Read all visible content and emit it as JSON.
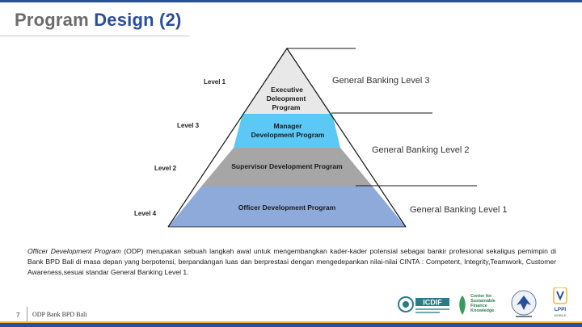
{
  "header": {
    "title_part1": "Program",
    "title_part2": "Design (2)"
  },
  "pyramid": {
    "levels": [
      {
        "label": "Level 4",
        "text_lines": [
          "Executive",
          "Deleopment",
          "Program"
        ],
        "color": "#e8e8e8"
      },
      {
        "label": "Level 3",
        "text_lines": [
          "Manager",
          "Development Program"
        ],
        "color": "#5bc8f5"
      },
      {
        "label": "Level 2",
        "text_lines": [
          "Supervisor Development Program"
        ],
        "color": "#a6a6a6"
      },
      {
        "label": "Level 1",
        "text_lines": [
          "Officer Development Program"
        ],
        "color": "#8eaadb"
      }
    ],
    "general_banking": [
      "General Banking Level 3",
      "General Banking Level 2",
      "General Banking Level 1"
    ]
  },
  "description": {
    "lead_italic": "Officer Development Program",
    "body": " (ODP) merupakan sebuah langkah awal untuk mengembangkan kader-kader potensial sebagai bankir profesional sekaligus pemimpin di Bank BPD Bali di masa depan yang berpotensi, berpandangan luas dan berprestasi dengan mengedepankan nilai-nilai CINTA : Competent, Integrity,Teamwork, Customer Awareness,sesuai standar General Banking Level 1."
  },
  "footer": {
    "page_number": "7",
    "org_text": "ODP Bank BPD Bali"
  },
  "logos": {
    "icdif": "ICDIF",
    "csff_lines": [
      "Center for",
      "Sustainable",
      "Finance",
      "Knowledge"
    ],
    "lppi_lines": [
      "LPPI",
      "MOBILE"
    ]
  },
  "colors": {
    "accent": "#2a4f9a",
    "title_grey": "#6b6b6b"
  }
}
